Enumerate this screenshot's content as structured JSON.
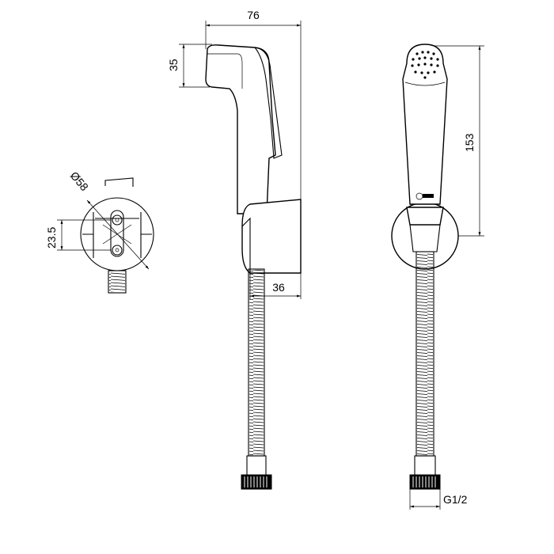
{
  "dimensions": {
    "width": "76",
    "height_head": "35",
    "holder_width": "36",
    "total_height": "153",
    "holder_diameter": "Ø58",
    "hole_spacing": "23.5",
    "thread": "G1/2"
  }
}
